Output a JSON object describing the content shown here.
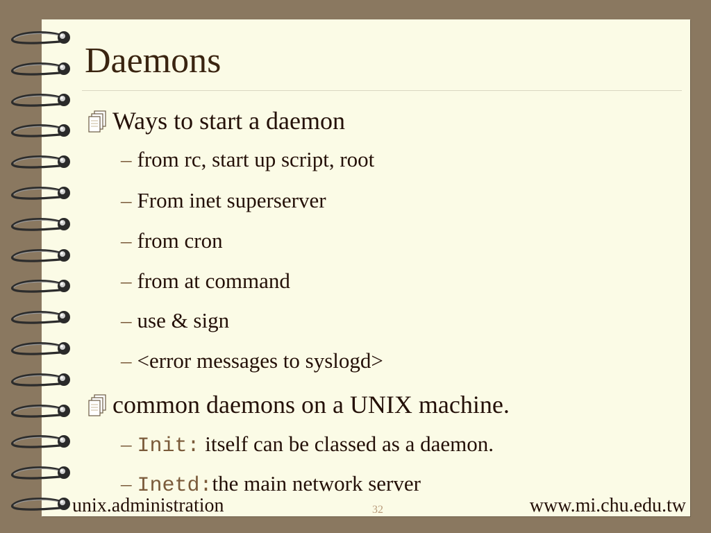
{
  "slide": {
    "title": "Daemons",
    "sections": [
      {
        "heading": "Ways to start a daemon",
        "items": [
          "from rc, start up script, root",
          "From inet superserver",
          "from cron",
          "from at command",
          "use & sign",
          "<error messages to syslogd>"
        ]
      },
      {
        "heading": "common daemons on a UNIX machine.",
        "items": [
          {
            "code": "Init:",
            "text": " itself can be classed as a daemon."
          },
          {
            "code": "Inetd:",
            "text": "the main network server"
          }
        ]
      }
    ],
    "footer": {
      "left": "unix.administration",
      "page_number": "32",
      "right": "www.mi.chu.edu.tw"
    }
  },
  "colors": {
    "background": "#8a7860",
    "paper": "#fbfbe6",
    "text": "#241008",
    "title": "#3a2410",
    "dash": "#7a5a3a"
  },
  "icons": {
    "bullet": "notepad-icon",
    "binding": "spiral-ring-icon"
  }
}
